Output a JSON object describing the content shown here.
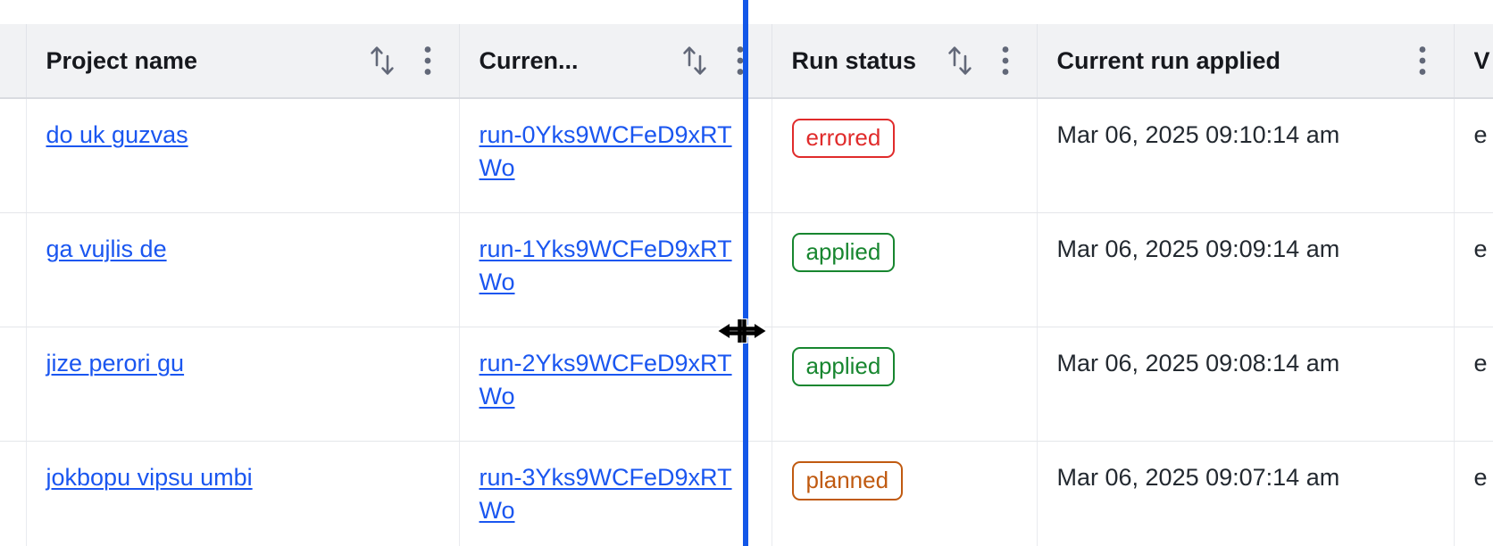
{
  "table": {
    "columns": [
      {
        "key": "select",
        "label": "",
        "sortable": false,
        "menu": false
      },
      {
        "key": "project",
        "label": "Project name",
        "sortable": true,
        "menu": true
      },
      {
        "key": "current",
        "label": "Curren...",
        "sortable": true,
        "menu": true
      },
      {
        "key": "status",
        "label": "Run status",
        "sortable": true,
        "menu": true
      },
      {
        "key": "applied",
        "label": "Current run applied",
        "sortable": false,
        "menu": true
      },
      {
        "key": "v",
        "label": "V",
        "sortable": false,
        "menu": false
      }
    ],
    "rows": [
      {
        "project": "do uk guzvas",
        "current_run": "run-0Yks9WCFeD9xRTWo",
        "status": "errored",
        "status_kind": "errored",
        "applied": "Mar 06, 2025 09:10:14 am",
        "v": "e"
      },
      {
        "project": "ga vujlis de",
        "current_run": "run-1Yks9WCFeD9xRTWo",
        "status": "applied",
        "status_kind": "applied",
        "applied": "Mar 06, 2025 09:09:14 am",
        "v": "e"
      },
      {
        "project": "jize perori gu",
        "current_run": "run-2Yks9WCFeD9xRTWo",
        "status": "applied",
        "status_kind": "applied",
        "applied": "Mar 06, 2025 09:08:14 am",
        "v": "e"
      },
      {
        "project": "jokbopu vipsu umbi",
        "current_run": "run-3Yks9WCFeD9xRTWo",
        "status": "planned",
        "status_kind": "planned",
        "applied": "Mar 06, 2025 09:07:14 am",
        "v": "e"
      }
    ]
  },
  "icons": {
    "sort": "sort-ascending-descending-icon",
    "menu": "column-menu-kebab-icon",
    "cursor": "column-resize-cursor"
  },
  "interaction": {
    "resize_active": true,
    "resize_line_color": "#1357e8",
    "resize_x": 832
  },
  "colors": {
    "link": "#1a56f0",
    "header_bg": "#f1f2f4",
    "border": "#e4e6ea",
    "status_errored": "#e02b2b",
    "status_applied": "#17862f",
    "status_planned": "#c05a10"
  }
}
